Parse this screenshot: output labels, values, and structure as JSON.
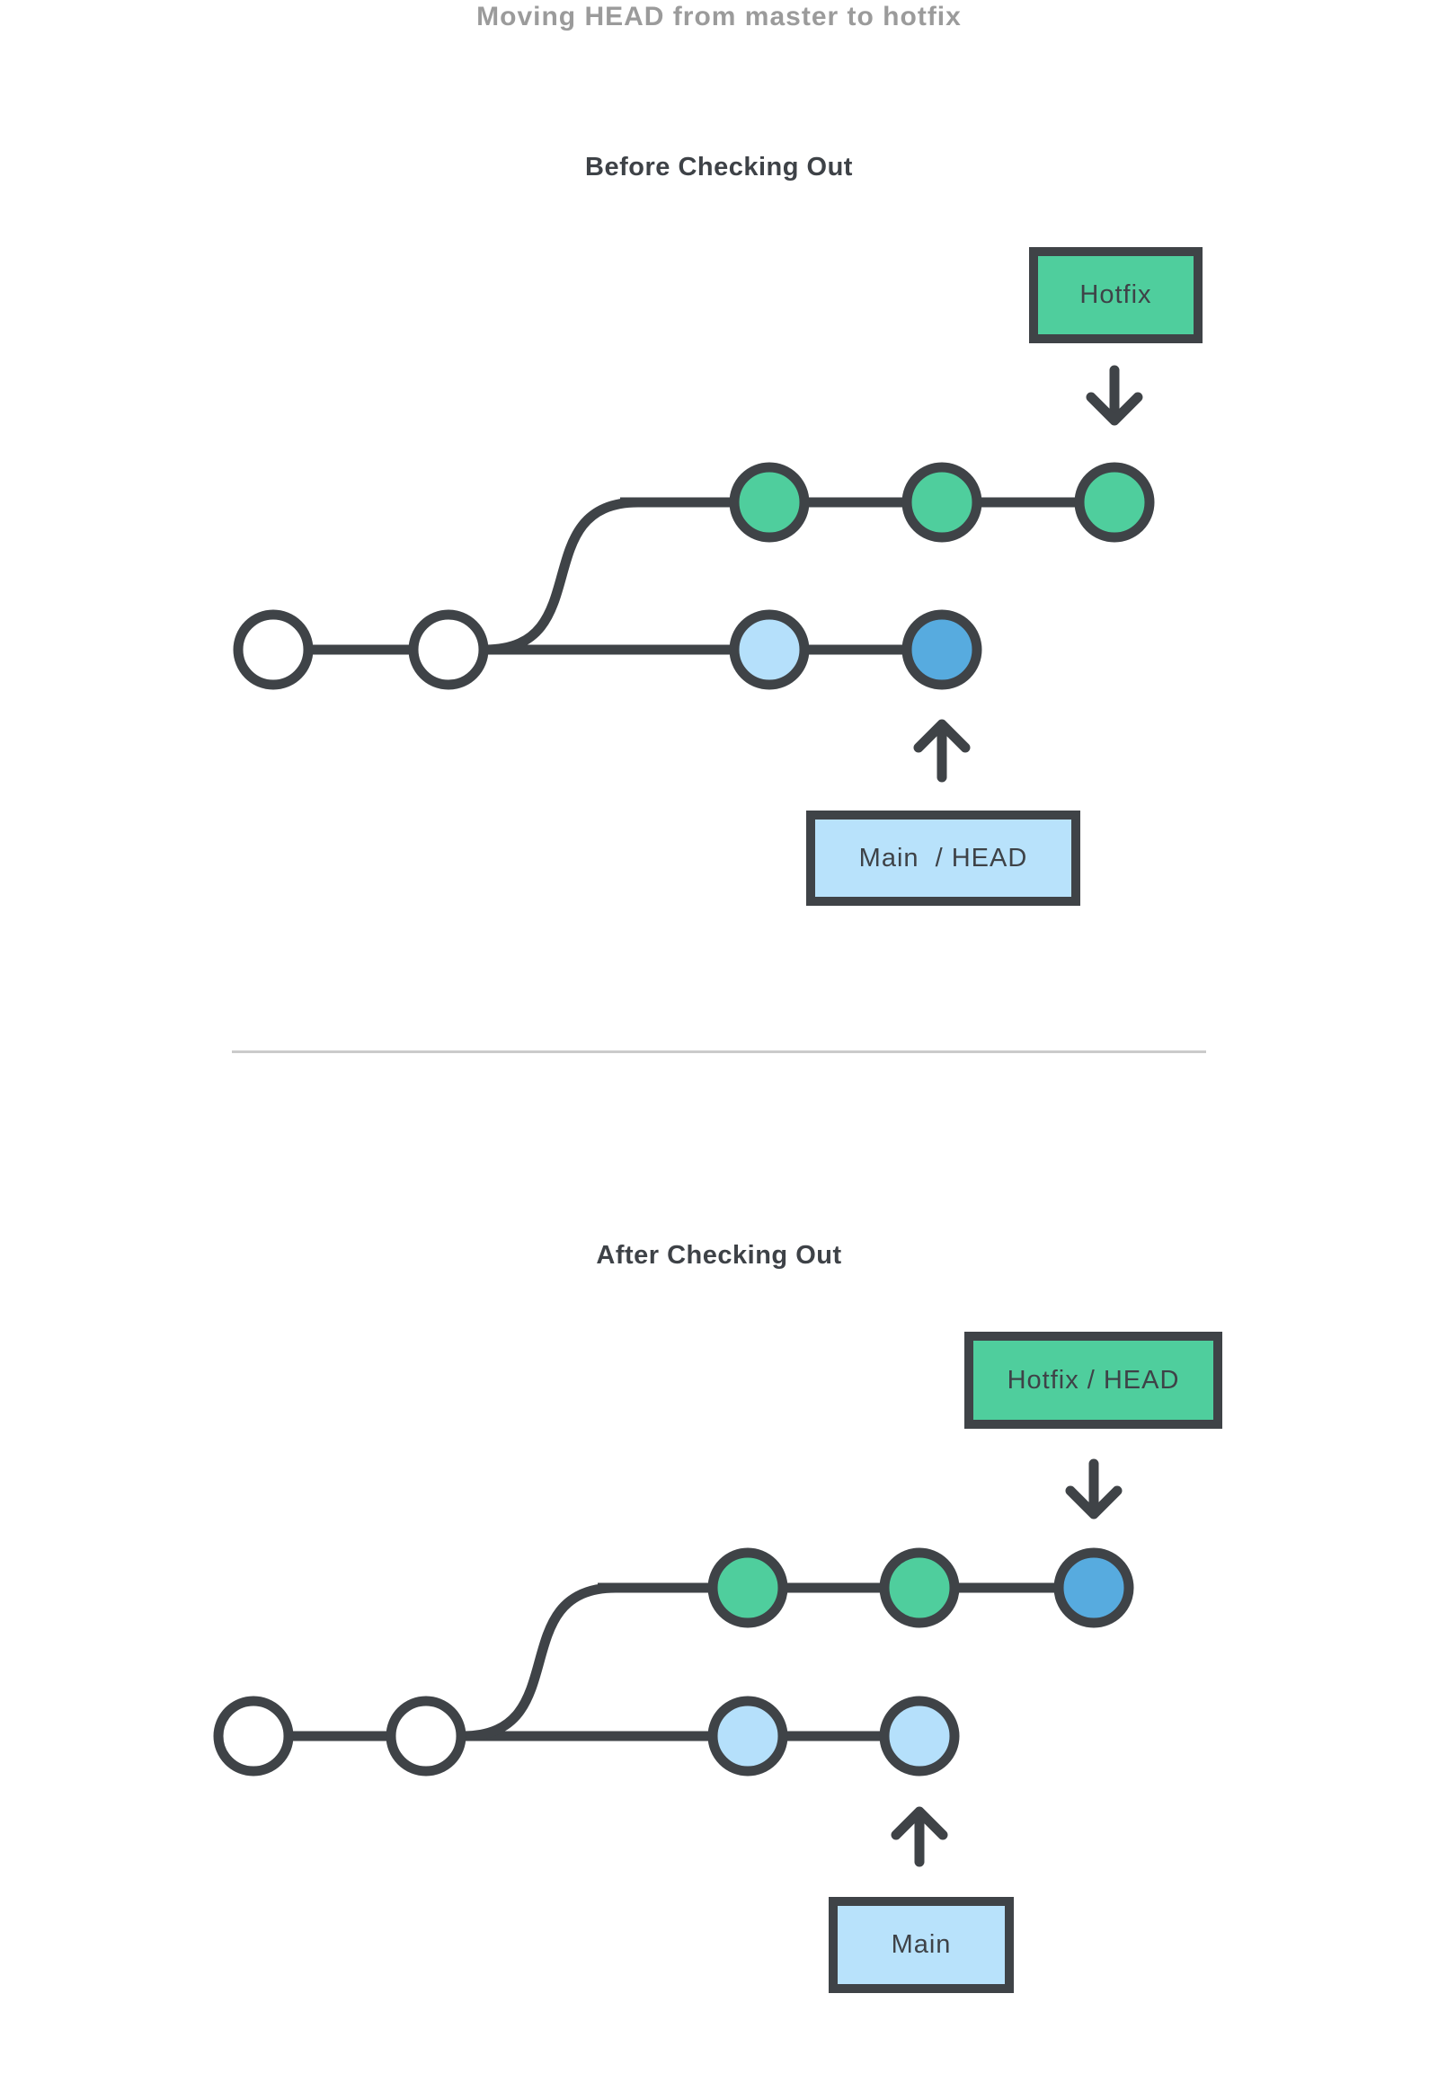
{
  "title": "Moving HEAD from master to hotfix",
  "colors": {
    "outline": "#3F4347",
    "green": "#4FCE9D",
    "light_blue": "#B5E0FB",
    "dark_blue": "#57ABDF",
    "box_blue": "#B8E2FB",
    "white": "#FFFFFF",
    "title_gray": "#9B9B9B",
    "heading_gray": "#3E4247",
    "divider_gray": "#CBCBCB"
  },
  "before": {
    "heading": "Before Checking Out",
    "hotfix_box_label": "Hotfix",
    "main_box_label": "Main  / HEAD",
    "hotfix_branch_commits": [
      "green",
      "green",
      "green"
    ],
    "main_branch_commits": [
      "white",
      "white",
      "light_blue",
      "dark_blue"
    ]
  },
  "after": {
    "heading": "After Checking Out",
    "hotfix_box_label": "Hotfix / HEAD",
    "main_box_label": "Main",
    "hotfix_branch_commits": [
      "green",
      "green",
      "dark_blue"
    ],
    "main_branch_commits": [
      "white",
      "white",
      "light_blue",
      "light_blue"
    ]
  }
}
